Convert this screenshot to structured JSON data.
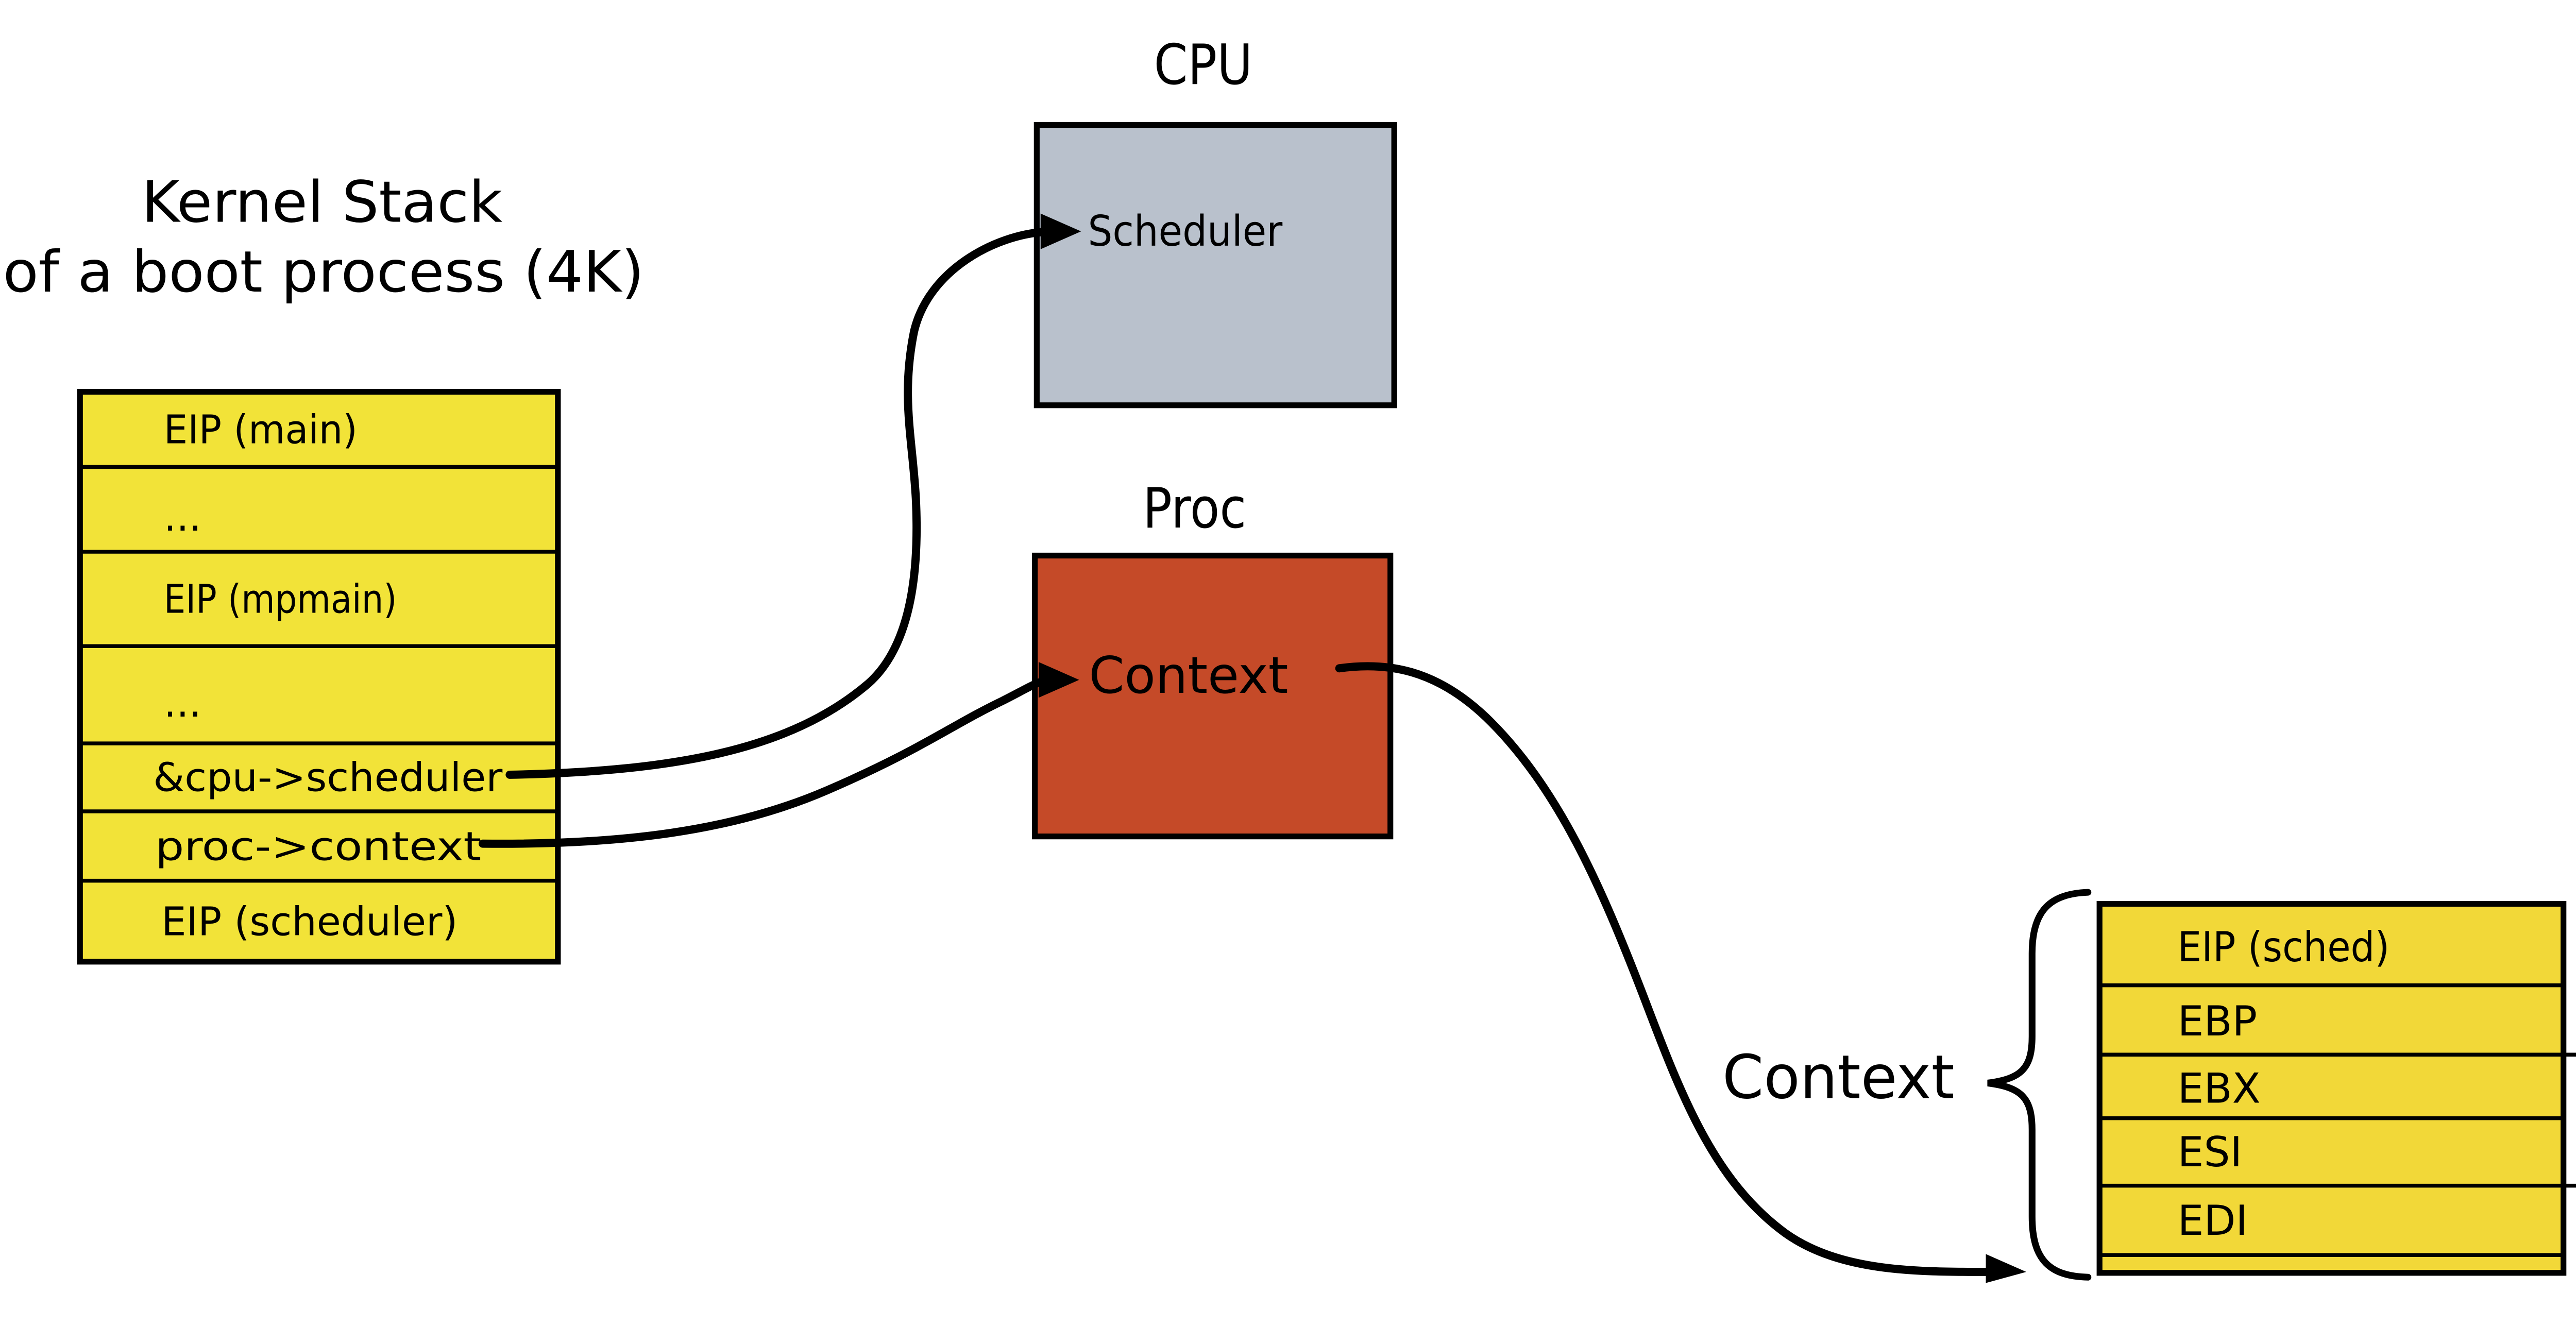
{
  "title": {
    "line1": "Kernel Stack",
    "line2": "of a boot process (4K)"
  },
  "cpu_box": {
    "title": "CPU",
    "content": "Scheduler"
  },
  "proc_box": {
    "title": "Proc",
    "content": "Context"
  },
  "kernel_stack": {
    "rows": [
      "EIP (main)",
      "...",
      "EIP (mpmain)",
      "...",
      "&cpu->scheduler",
      "proc->context",
      "EIP (scheduler)"
    ]
  },
  "context_struct": {
    "label": "Context",
    "rows": [
      "EIP (sched)",
      "EBP",
      "EBX",
      "ESI",
      "EDI"
    ]
  },
  "colors": {
    "stack_fill": "#f2e338",
    "context_table_fill": "#f2d838",
    "cpu_fill": "#b9c1cc",
    "proc_fill": "#c54a28",
    "line": "#000000"
  }
}
